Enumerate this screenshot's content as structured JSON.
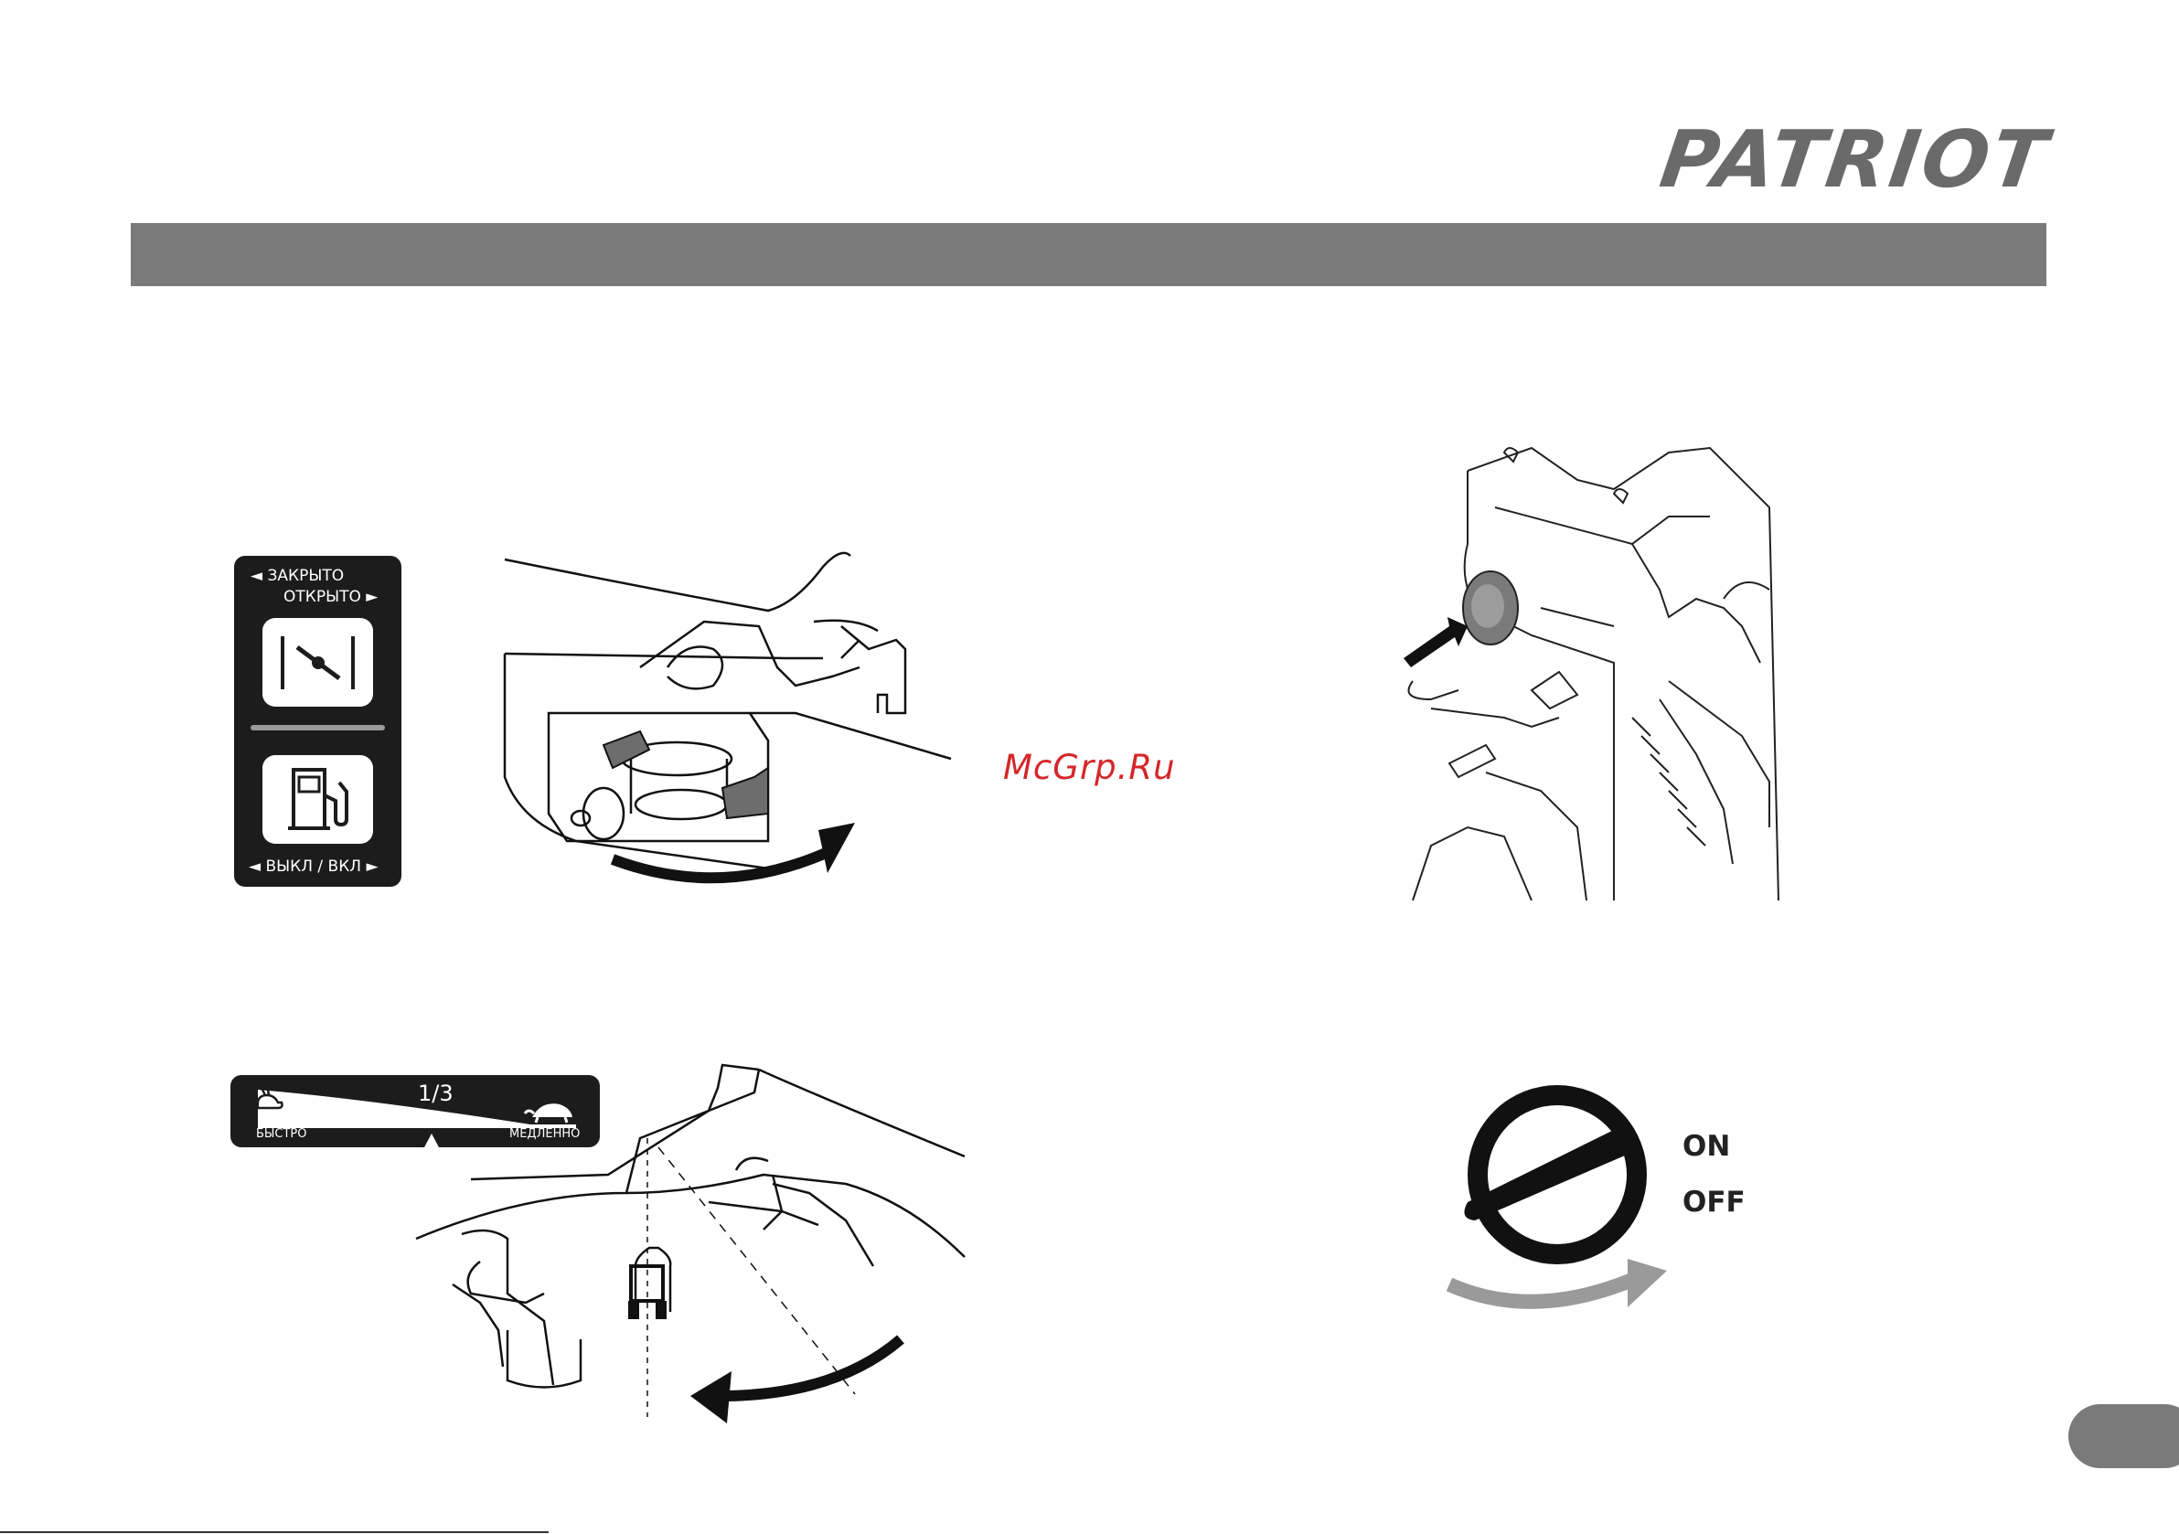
{
  "brand": {
    "logo_text": "PATRIOT"
  },
  "watermark": {
    "text": "McGrp.Ru"
  },
  "choke_fuel_label": {
    "choke_closed": "◄ ЗАКРЫТО",
    "choke_open": "ОТКРЫТО ►",
    "fuel_off_on": "◄ ВЫКЛ / ВКЛ ►"
  },
  "throttle_label": {
    "fraction": "1/3",
    "fast": "БЫСТРО",
    "slow": "МЕДЛЕННО"
  },
  "engine_switch": {
    "on": "ON",
    "off": "OFF"
  },
  "colors": {
    "header_bar": "#7b7a7a",
    "logo": "#6a6a6a",
    "watermark": "#d6262a",
    "label_panel": "#1c1c1c"
  }
}
